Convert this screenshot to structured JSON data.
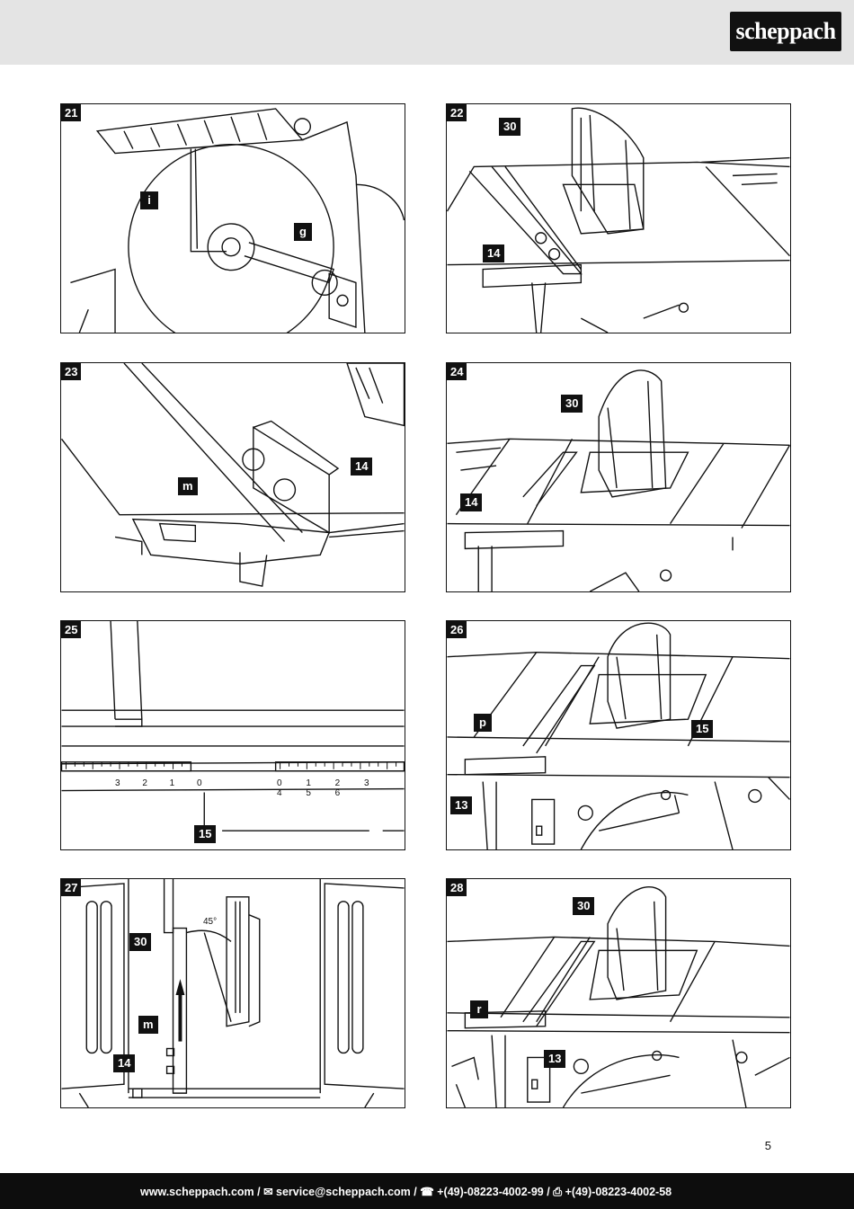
{
  "brand": {
    "logo_text": "scheppach"
  },
  "page_number": "5",
  "footer": {
    "contact": "www.scheppach.com / ✉ service@scheppach.com / ☎ +(49)-08223-4002-99 / ⎙ +(49)-08223-4002-58"
  },
  "figures": [
    {
      "number": "21",
      "labels": [
        "i",
        "g"
      ]
    },
    {
      "number": "22",
      "labels": [
        "30",
        "14"
      ]
    },
    {
      "number": "23",
      "labels": [
        "14",
        "m"
      ]
    },
    {
      "number": "24",
      "labels": [
        "30",
        "14"
      ]
    },
    {
      "number": "25",
      "labels": [
        "15"
      ],
      "scale_left": "3 2 1 0",
      "scale_right": "0 1 2 3 4 5 6",
      "angle": ""
    },
    {
      "number": "26",
      "labels": [
        "p",
        "15",
        "13"
      ]
    },
    {
      "number": "27",
      "labels": [
        "30",
        "m",
        "14"
      ],
      "angle": "45°"
    },
    {
      "number": "28",
      "labels": [
        "30",
        "r",
        "13"
      ]
    }
  ]
}
